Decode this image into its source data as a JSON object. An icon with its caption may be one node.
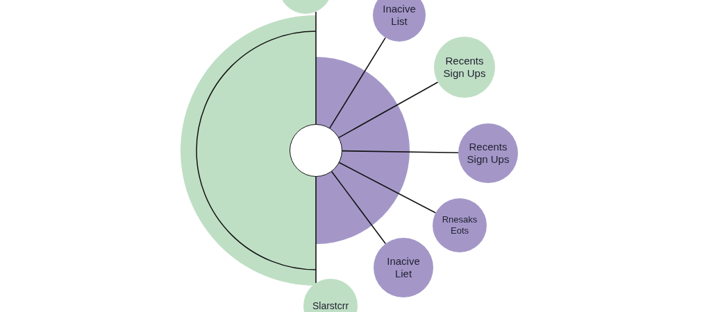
{
  "diagram": {
    "nodes": [
      {
        "text": [],
        "shape": "circle"
      },
      {
        "text": [],
        "shape": "circle"
      },
      {
        "text": [
          "Inacive List"
        ]
      },
      {
        "text": [
          "Recents Sign Ups"
        ]
      },
      {
        "text": [
          "Recents Sign Ups"
        ]
      },
      {
        "text": [
          "Rnesaks Eots"
        ]
      },
      {
        "text": [
          "Inacive Liet"
        ]
      },
      {
        "text": [
          "Slarstcrr"
        ]
      }
    ],
    "edges": [
      {
        "from": 0,
        "to": 1,
        "arrow": "none"
      },
      {
        "from": 1,
        "to": 7,
        "arrow": "none"
      },
      {
        "from": 1,
        "to": 2,
        "arrow": "none"
      },
      {
        "from": 1,
        "to": 3,
        "arrow": "none"
      },
      {
        "from": 1,
        "to": 4,
        "arrow": "none"
      },
      {
        "from": 1,
        "to": 5,
        "arrow": "none"
      },
      {
        "from": 1,
        "to": 6,
        "arrow": "none"
      }
    ]
  }
}
